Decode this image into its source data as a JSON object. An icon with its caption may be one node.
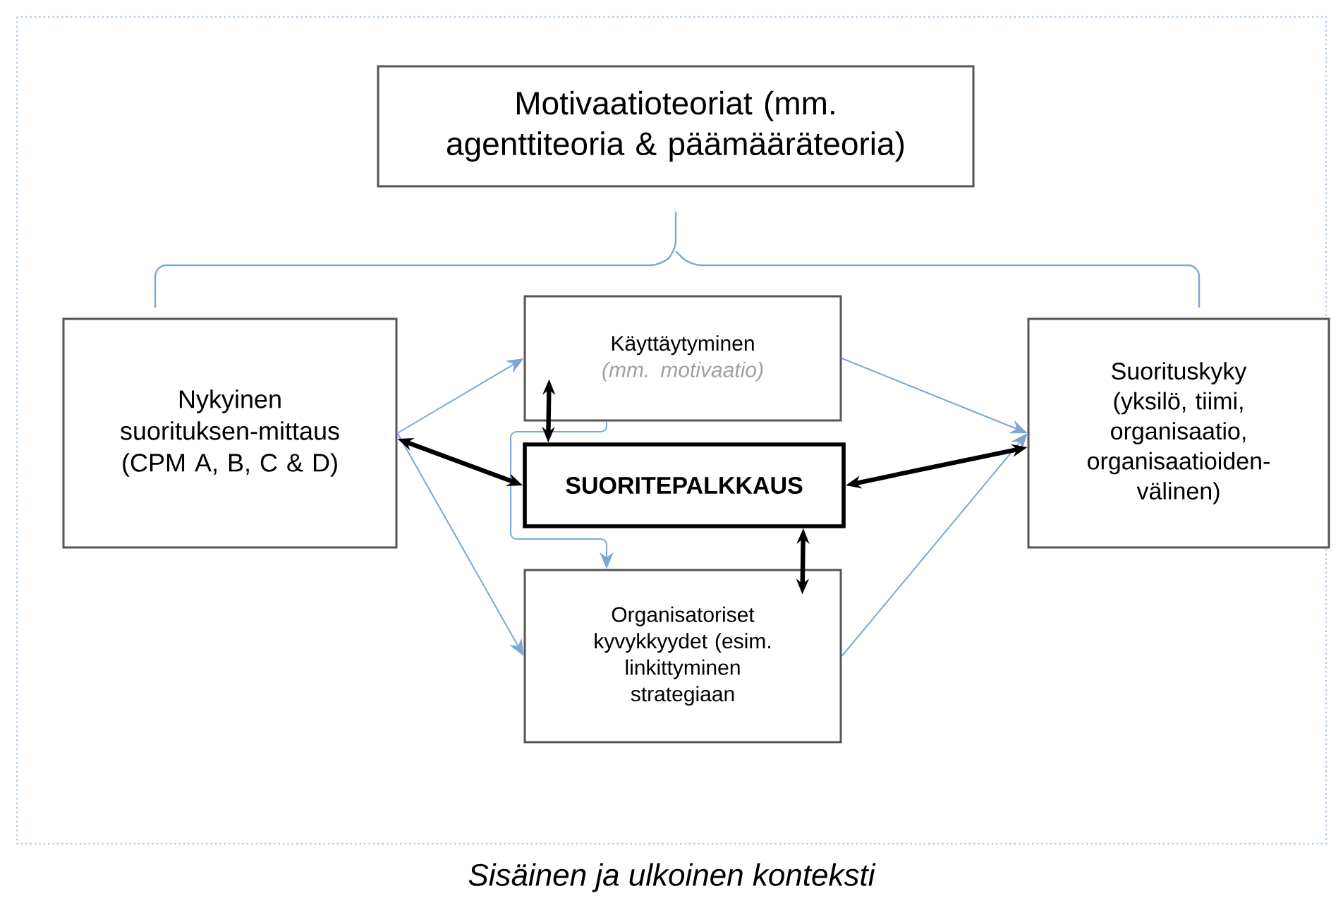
{
  "diagram": {
    "caption": "Sisäinen ja ulkoinen konteksti",
    "nodes": [
      {
        "text": [
          "Motivaatioteoriat (mm. agenttiteoria & päämääräteoria)"
        ]
      },
      {
        "text": [
          "Nykyinen suorituksen-mittaus (CPM A, B, C & D)"
        ]
      },
      {
        "text": [
          "Käyttäytyminen",
          "(mm. motivaatio)"
        ]
      },
      {
        "text": [
          "SUORITEPALKKAUS"
        ]
      },
      {
        "text": [
          "Organisatoriset kyvykkyydet (esim. linkittyminen strategiaan"
        ]
      },
      {
        "text": [
          "Suorituskyky (yksilö, tiimi, organisaatio, organisaatioiden-välinen)"
        ]
      }
    ],
    "edges": [
      {
        "from": 1,
        "to": 2,
        "arrow": "to"
      },
      {
        "from": 1,
        "to": 4,
        "arrow": "to"
      },
      {
        "from": 2,
        "to": 5,
        "arrow": "to"
      },
      {
        "from": 4,
        "to": 5,
        "arrow": "to"
      },
      {
        "from": 2,
        "to": 4,
        "arrow": "to"
      },
      {
        "from": 3,
        "to": 1,
        "arrow": "both",
        "style": "thick",
        "color": "#000000"
      },
      {
        "from": 3,
        "to": 2,
        "arrow": "both",
        "style": "thick",
        "color": "#000000"
      },
      {
        "from": 3,
        "to": 5,
        "arrow": "both",
        "style": "thick",
        "color": "#000000"
      },
      {
        "from": 3,
        "to": 4,
        "arrow": "both",
        "style": "thick",
        "color": "#000000"
      }
    ]
  }
}
